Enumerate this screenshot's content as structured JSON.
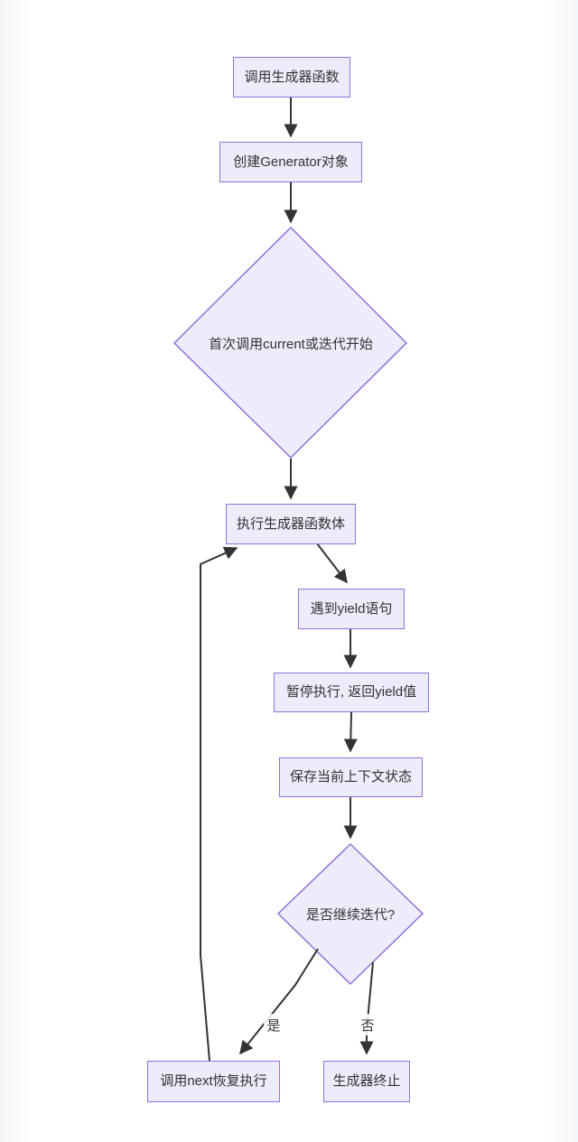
{
  "diagram": {
    "type": "flowchart",
    "topic": "Generator execution flow",
    "colors": {
      "node_fill": "#ececfb",
      "node_stroke": "#9370DB",
      "edge_color": "#333333",
      "text_color": "#333333",
      "background": "#ffffff",
      "gutter": "#f4f7f9"
    },
    "nodes": {
      "call_generator": {
        "type": "process",
        "label": "调用生成器函数"
      },
      "create_object": {
        "type": "process",
        "label": "创建Generator对象"
      },
      "first_call": {
        "type": "decision",
        "label": "首次调用current或迭代开始"
      },
      "exec_body": {
        "type": "process",
        "label": "执行生成器函数体"
      },
      "yield_stmt": {
        "type": "process",
        "label": "遇到yield语句"
      },
      "pause_return": {
        "type": "process",
        "label": "暂停执行, 返回yield值"
      },
      "save_context": {
        "type": "process",
        "label": "保存当前上下文状态"
      },
      "continue_iter": {
        "type": "decision",
        "label": "是否继续迭代?"
      },
      "call_next": {
        "type": "process",
        "label": "调用next恢复执行"
      },
      "terminate": {
        "type": "process",
        "label": "生成器终止"
      }
    },
    "edges": [
      {
        "from": "call_generator",
        "to": "create_object"
      },
      {
        "from": "create_object",
        "to": "first_call"
      },
      {
        "from": "first_call",
        "to": "exec_body"
      },
      {
        "from": "exec_body",
        "to": "yield_stmt"
      },
      {
        "from": "yield_stmt",
        "to": "pause_return"
      },
      {
        "from": "pause_return",
        "to": "save_context"
      },
      {
        "from": "save_context",
        "to": "continue_iter"
      },
      {
        "from": "continue_iter",
        "to": "call_next",
        "label": "是"
      },
      {
        "from": "continue_iter",
        "to": "terminate",
        "label": "否"
      },
      {
        "from": "call_next",
        "to": "exec_body"
      }
    ],
    "edge_labels": {
      "yes": "是",
      "no": "否"
    }
  }
}
